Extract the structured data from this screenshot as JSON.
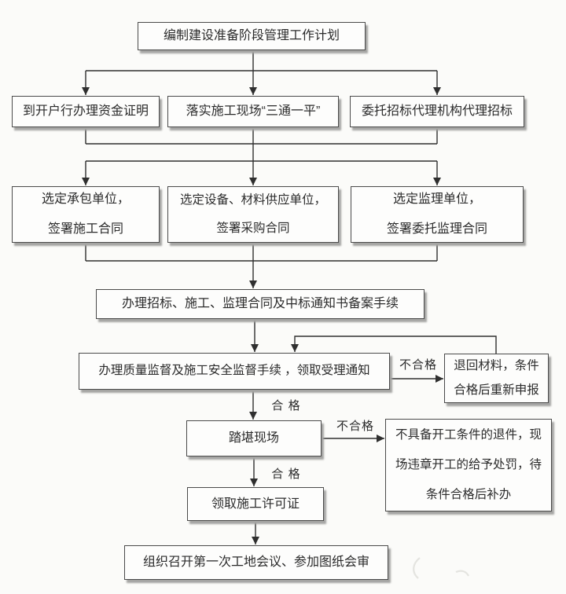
{
  "colors": {
    "page_bg": "#fbfbf9",
    "box_bg": "#fdfdfc",
    "box_border": "#4a4a4a",
    "shadow": "#a5a5a3",
    "line": "#2f2f2f",
    "text": "#2b2b2b"
  },
  "flowchart": {
    "nodes": {
      "plan": {
        "label": "编制建设准备阶段管理工作计划"
      },
      "fund_certificate": {
        "label": "到开户行办理资金证明"
      },
      "site_three_one": {
        "label": "落实施工现场“三通一平”"
      },
      "entrust_bidding": {
        "label": "委托招标代理机构代理招标"
      },
      "contractor": {
        "label": "选定承包单位，\n签署施工合同"
      },
      "supplier": {
        "label": "选定设备、材料供应单位，\n签署采购合同"
      },
      "supervisor": {
        "label": "选定监理单位，\n签署委托监理合同"
      },
      "filing": {
        "label": "办理招标、施工、监理合同及中标通知书备案手续"
      },
      "quality_safety": {
        "label": "办理质量监督及施工安全监督手续 ，领取受理通知"
      },
      "return_materials": {
        "label": "退回材料，条件\n合格后重新申报"
      },
      "site_survey": {
        "label": "踏堪现场"
      },
      "reject_penalty": {
        "label": "不具备开工条件的退件，现\n场违章开工的给予处罚，待\n条件合格后补办"
      },
      "construction_permit": {
        "label": "领取施工许可证"
      },
      "first_meeting": {
        "label": "组织召开第一次工地会议、参加图纸会审"
      }
    },
    "edge_labels": {
      "unqualified_1": "不合格",
      "qualified_1": "合 格",
      "unqualified_2": "不合格",
      "qualified_2": "合 格"
    }
  }
}
